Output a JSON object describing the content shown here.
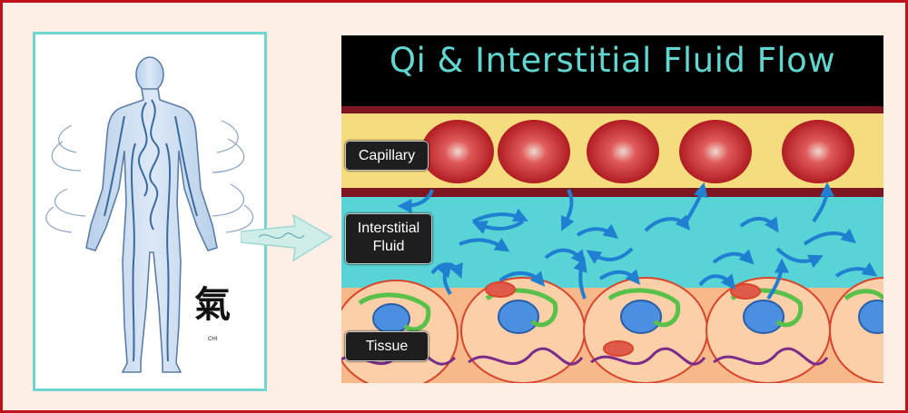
{
  "title": "Qi & Interstitial Fluid Flow",
  "labels": {
    "capillary": "Capillary",
    "interstitial_line1": "Interstitial",
    "interstitial_line2": "Fluid",
    "tissue": "Tissue"
  },
  "chi": {
    "glyph": "氣",
    "caption": "CHI"
  },
  "colors": {
    "frame_border": "#c0121a",
    "background": "#fdeee6",
    "accent_teal": "#5fd6cf",
    "capillary_plasma": "#f5dc7e",
    "interstitial": "#58d3d6",
    "red_cell": "#c9262c",
    "arrow_blue": "#1f7fd0",
    "cell_body": "#f7b98a",
    "nucleus": "#4a8fe0"
  }
}
